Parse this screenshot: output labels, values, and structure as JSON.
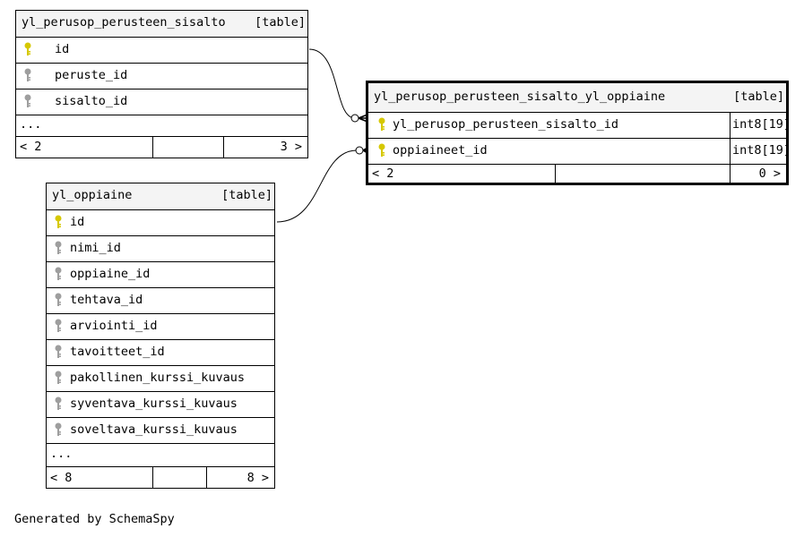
{
  "tables": [
    {
      "name": "yl_perusop_perusteen_sisalto",
      "tag": "[table]",
      "columns": [
        {
          "name": "id",
          "key": "primary"
        },
        {
          "name": "peruste_id",
          "key": "foreign"
        },
        {
          "name": "sisalto_id",
          "key": "foreign"
        }
      ],
      "ellipsis": "...",
      "footer_left": "< 2",
      "footer_right": "3 >"
    },
    {
      "name": "yl_oppiaine",
      "tag": "[table]",
      "columns": [
        {
          "name": "id",
          "key": "primary"
        },
        {
          "name": "nimi_id",
          "key": "foreign"
        },
        {
          "name": "oppiaine_id",
          "key": "foreign"
        },
        {
          "name": "tehtava_id",
          "key": "foreign"
        },
        {
          "name": "arviointi_id",
          "key": "foreign"
        },
        {
          "name": "tavoitteet_id",
          "key": "foreign"
        },
        {
          "name": "pakollinen_kurssi_kuvaus",
          "key": "foreign"
        },
        {
          "name": "syventava_kurssi_kuvaus",
          "key": "foreign"
        },
        {
          "name": "soveltava_kurssi_kuvaus",
          "key": "foreign"
        }
      ],
      "ellipsis": "...",
      "footer_left": "< 8",
      "footer_right": "8 >"
    },
    {
      "name": "yl_perusop_perusteen_sisalto_yl_oppiaine",
      "tag": "[table]",
      "columns": [
        {
          "name": "yl_perusop_perusteen_sisalto_id",
          "type": "int8[19]",
          "key": "primary"
        },
        {
          "name": "oppiaineet_id",
          "type": "int8[19]",
          "key": "primary"
        }
      ],
      "footer_left": "< 2",
      "footer_right": "0 >"
    }
  ],
  "colors": {
    "primary_key": "#d6c800",
    "foreign_key": "#9e9e9e",
    "header_bg": "#f4f4f4",
    "line": "#000000"
  },
  "footer_note": "Generated by SchemaSpy"
}
